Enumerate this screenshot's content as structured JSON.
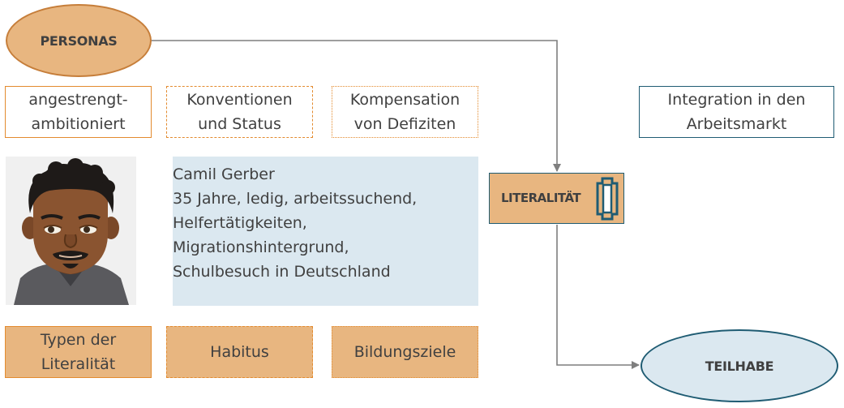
{
  "nodes": {
    "personas": "PERSONAS",
    "teilhabe": "TEILHABE",
    "literalitaet": "LITERALITÄT"
  },
  "top_boxes": [
    {
      "line1": "angestrengt-",
      "line2": "ambitioniert"
    },
    {
      "line1": "Konventionen",
      "line2": "und Status"
    },
    {
      "line1": "Kompensation",
      "line2": "von Defiziten"
    },
    {
      "line1": "Integration in den",
      "line2": "Arbeitsmarkt"
    }
  ],
  "bottom_boxes": [
    {
      "line1": "Typen der",
      "line2": "Literalität"
    },
    {
      "line1": "Habitus"
    },
    {
      "line1": "Bildungsziele"
    }
  ],
  "persona": {
    "name": "Camil Gerber",
    "details": [
      "35 Jahre, ledig, arbeitssuchend,",
      "Helfertätigkeiten,",
      "Migrationshintergrund,",
      "Schulbesuch in Deutschland"
    ]
  },
  "colors": {
    "orange_fill": "#e8b680",
    "orange_border": "#e38b2f",
    "teal_border": "#1f5c73",
    "light_blue_fill": "#dbe8f0",
    "connector": "#7f7f7f"
  },
  "icons": {
    "avatar": "cartoon-man-avatar",
    "literacy": "bracket-glyph-icon"
  }
}
